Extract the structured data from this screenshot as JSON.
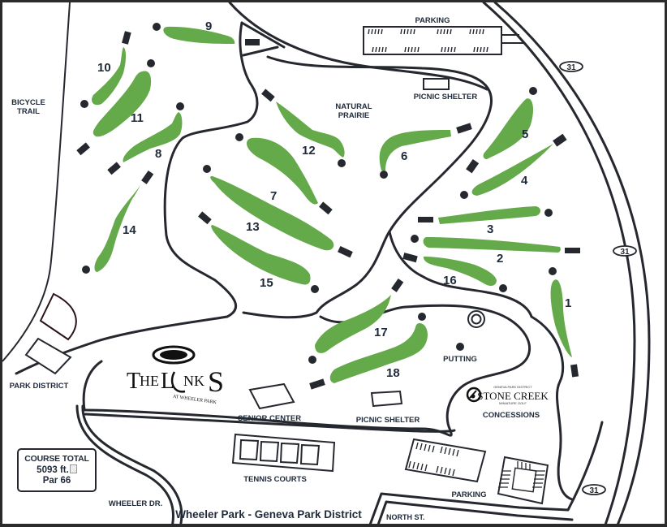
{
  "title": "Wheeler Park - Geneva Park District",
  "logo": {
    "name": "The Links",
    "text_the": "T",
    "text_he": "HE",
    "text_l": "L",
    "text_nk": "NK",
    "text_s": "S",
    "subtitle": "AT WHEELER PARK"
  },
  "sponsor_logo": {
    "top": "GENEVA PARK DISTRICT",
    "name": "STONE CREEK",
    "bottom": "MINIATURE GOLF"
  },
  "course_total": {
    "heading": "COURSE TOTAL",
    "distance": "5093 ft.",
    "par": "Par 66"
  },
  "labels": {
    "parking_top": "PARKING",
    "picnic_shelter_top": "PICNIC SHELTER",
    "natural_prairie_1": "NATURAL",
    "natural_prairie_2": "PRAIRIE",
    "bicycle_trail_1": "BICYCLE",
    "bicycle_trail_2": "TRAIL",
    "park_district": "PARK DISTRICT",
    "putting": "PUTTING",
    "senior_center": "SENIOR CENTER",
    "picnic_shelter_bottom": "PICNIC SHELTER",
    "concessions": "CONCESSIONS",
    "tennis_courts": "TENNIS COURTS",
    "parking_bottom": "PARKING",
    "wheeler_dr": "WHEELER DR.",
    "north_st": "NORTH ST."
  },
  "route_markers": [
    "31",
    "31",
    "31"
  ],
  "holes": [
    {
      "number": "1"
    },
    {
      "number": "2"
    },
    {
      "number": "3"
    },
    {
      "number": "4"
    },
    {
      "number": "5"
    },
    {
      "number": "6"
    },
    {
      "number": "7"
    },
    {
      "number": "8"
    },
    {
      "number": "9"
    },
    {
      "number": "10"
    },
    {
      "number": "11"
    },
    {
      "number": "12"
    },
    {
      "number": "13"
    },
    {
      "number": "14"
    },
    {
      "number": "15"
    },
    {
      "number": "16"
    },
    {
      "number": "17"
    },
    {
      "number": "18"
    }
  ],
  "colors": {
    "fairway": "#64a94a",
    "ink": "#25282e",
    "text": "#1f2a3a",
    "frame": "#2b2b2b"
  }
}
